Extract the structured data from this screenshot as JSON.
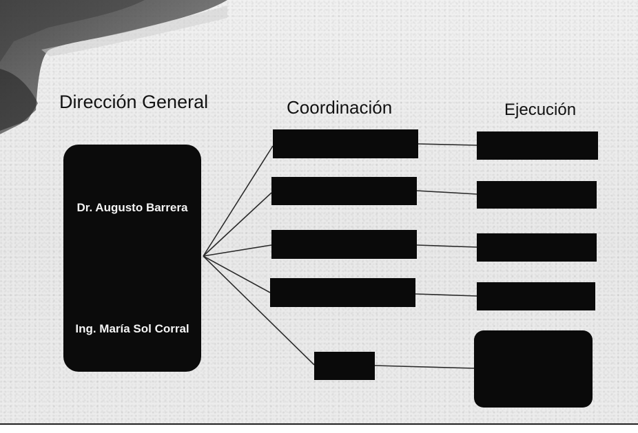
{
  "headings": {
    "direccion": "Dirección General",
    "coordinacion": "Coordinación",
    "ejecucion": "Ejecución"
  },
  "direccion_general": {
    "names": [
      "Dr. Augusto Barrera",
      "Ing. María Sol Corral"
    ]
  },
  "coordinacion_units": [
    "",
    "",
    "",
    "",
    ""
  ],
  "ejecucion_units": [
    "",
    "",
    "",
    "",
    ""
  ],
  "colors": {
    "box_fill": "#0a0a0a",
    "text_on_dark": "#f4f4f4",
    "background": "#ececec",
    "heading_text": "#121212"
  }
}
